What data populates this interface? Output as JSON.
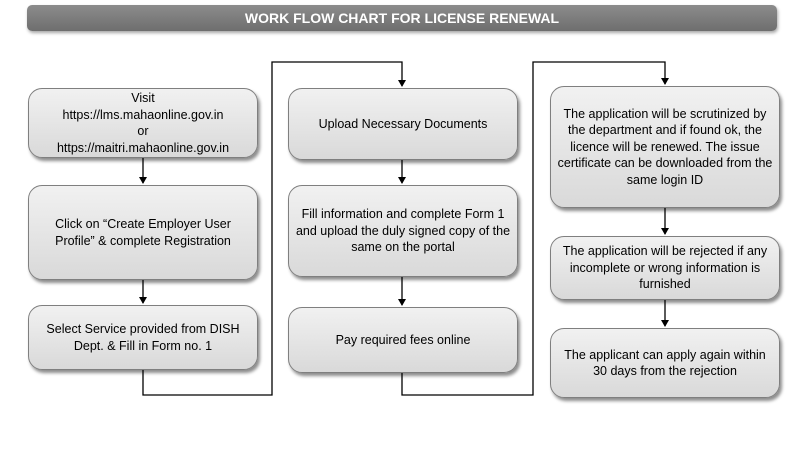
{
  "title": "WORK FLOW CHART FOR LICENSE RENEWAL",
  "steps": {
    "visit": "Visit\nhttps://lms.mahaonline.gov.in\nor\nhttps://maitri.mahaonline.gov.in",
    "create_profile": "Click on “Create Employer User Profile” & complete Registration",
    "select_service": "Select Service provided from DISH Dept. & Fill in Form no. 1",
    "upload_docs": "Upload Necessary Documents",
    "fill_form": "Fill information and complete Form 1 and upload the duly signed copy of the same on the portal",
    "pay_fees": "Pay required fees online",
    "scrutiny": "The application will be scrutinized by the department and if found ok, the licence will be renewed. The issue certificate can be downloaded from the same login ID",
    "rejected": "The application will be rejected if any incomplete or wrong information is furnished",
    "reapply": "The applicant can apply again within 30 days from the rejection"
  }
}
